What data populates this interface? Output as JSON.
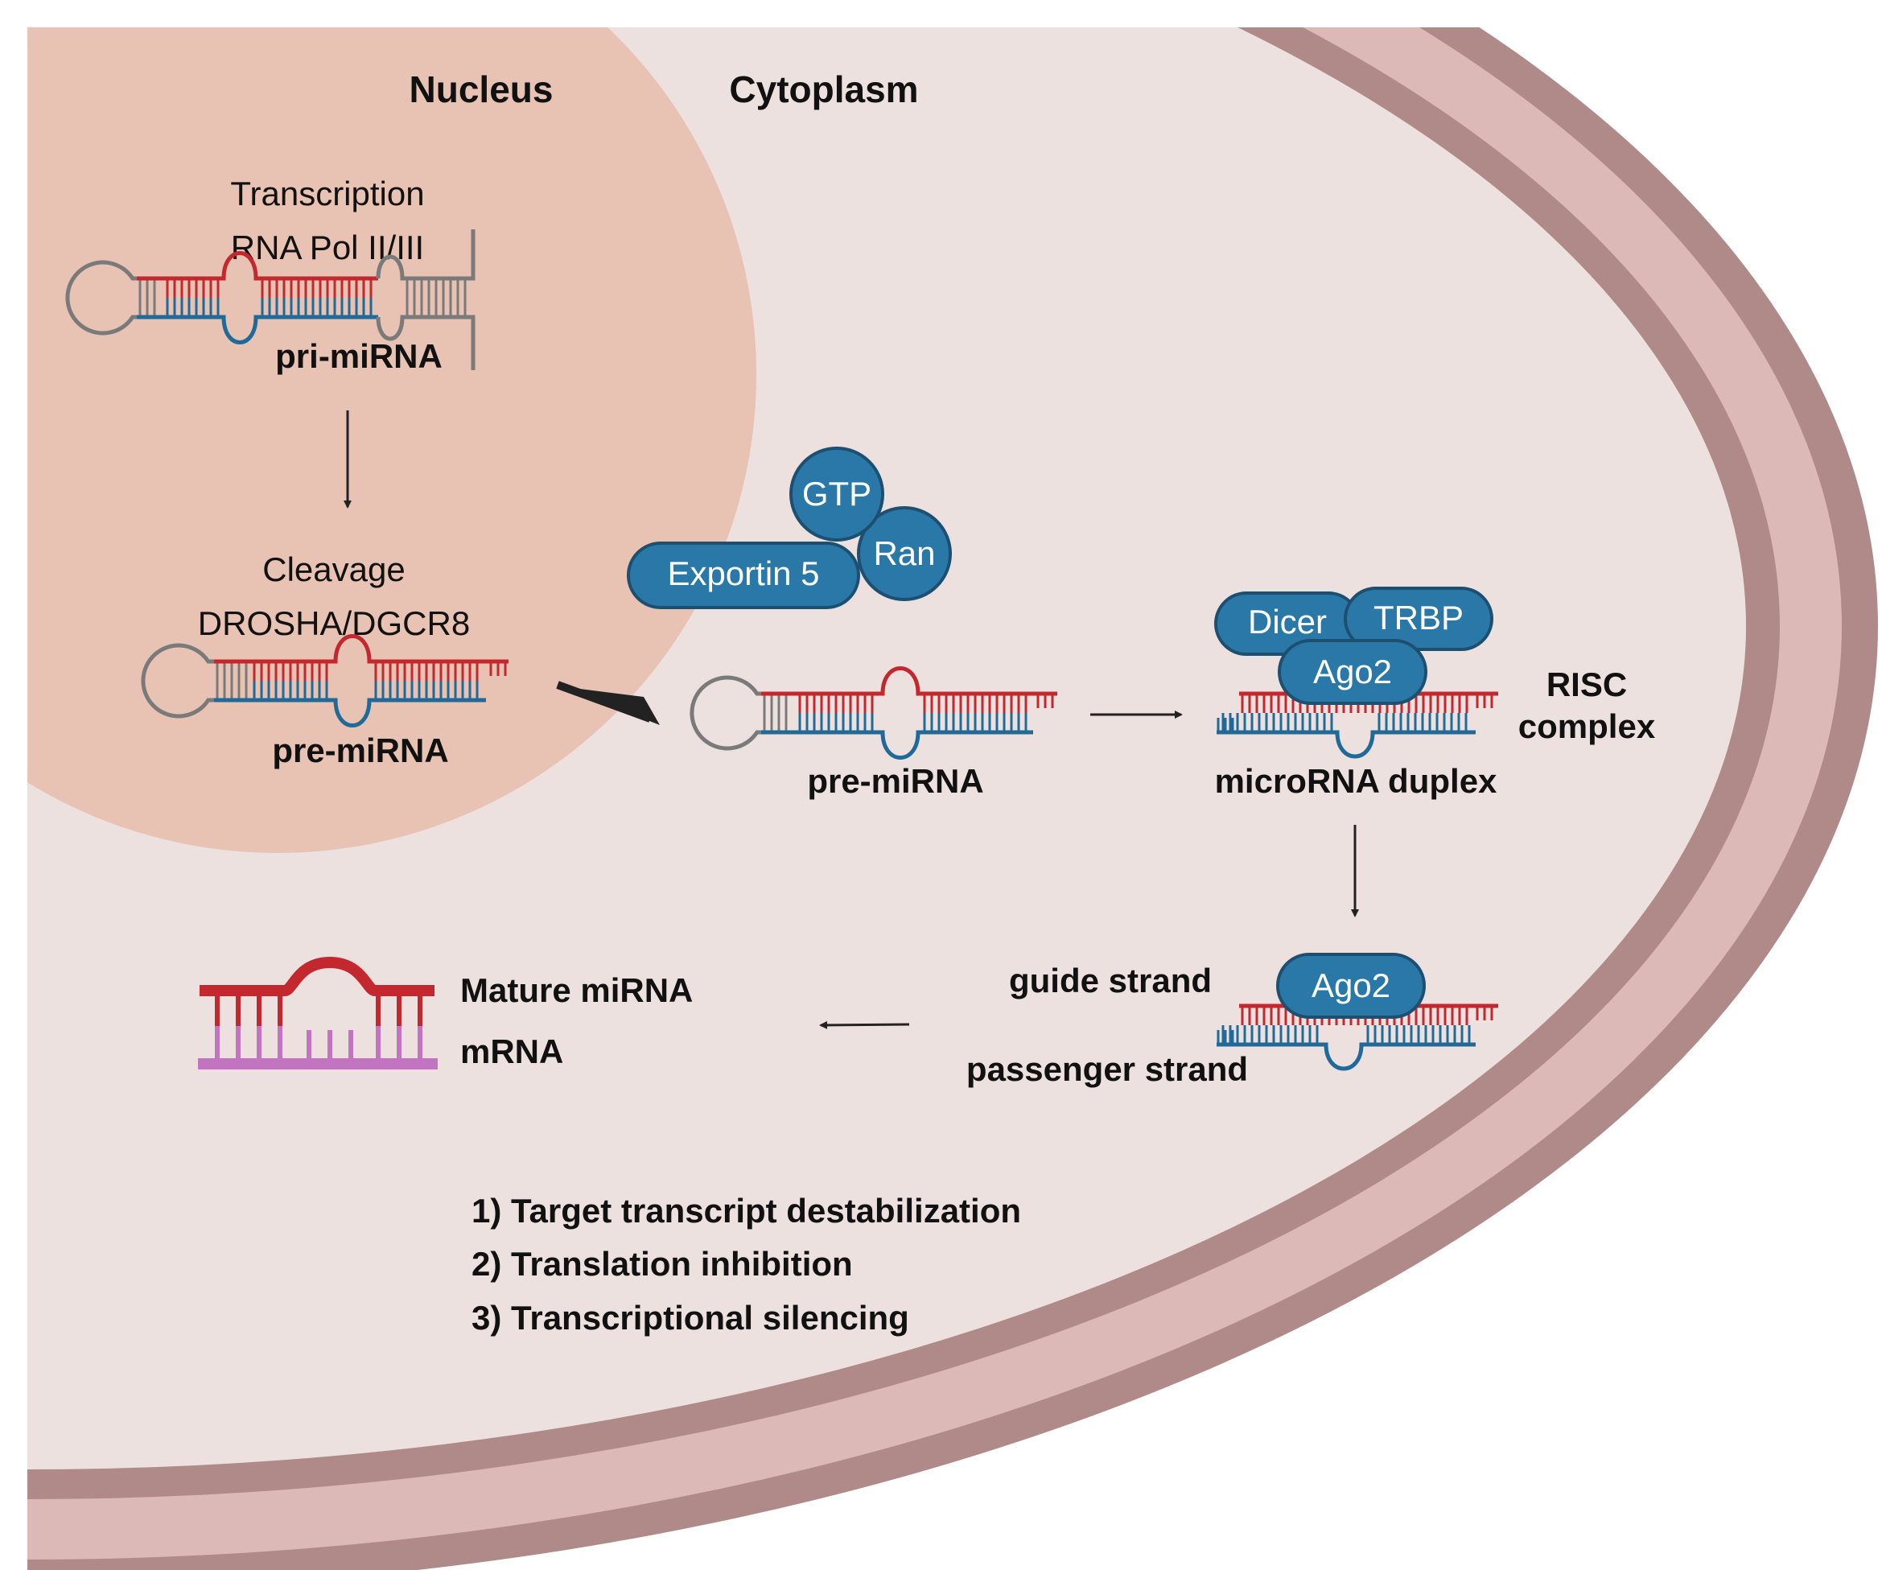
{
  "colors": {
    "nucleus": "#E8C2B2",
    "cytoplasm": "#EDE1E0",
    "membrane_dark": "#B08A88",
    "membrane_light": "#DCB8B6",
    "protein": "#2A78A8",
    "protein_edge": "#1D4F70",
    "rna_red": "#C2282E",
    "rna_blue": "#1F6A99",
    "rna_grey": "#7A7A7A",
    "mrna_purple": "#C274C0"
  },
  "regions": {
    "nucleus": "Nucleus",
    "cytoplasm": "Cytoplasm"
  },
  "nucleus_steps": {
    "transcription": "Transcription",
    "polymerase": "RNA Pol II/III",
    "pri_mirna": "pri-miRNA",
    "cleavage": "Cleavage",
    "drosha": "DROSHA/DGCR8",
    "pre_mirna": "pre-miRNA"
  },
  "export": {
    "gtp": "GTP",
    "ran": "Ran",
    "exportin": "Exportin 5",
    "pre_mirna": "pre-miRNA"
  },
  "risc": {
    "dicer": "Dicer",
    "trbp": "TRBP",
    "ago2": "Ago2",
    "label_line1": "RISC",
    "label_line2": "complex",
    "duplex": "microRNA duplex"
  },
  "strands": {
    "ago2": "Ago2",
    "guide": "guide strand",
    "passenger": "passenger strand"
  },
  "mature": {
    "mirna": "Mature miRNA",
    "mrna": "mRNA"
  },
  "outcomes": [
    "1) Target transcript destabilization",
    "2) Translation inhibition",
    "3) Transcriptional silencing"
  ]
}
